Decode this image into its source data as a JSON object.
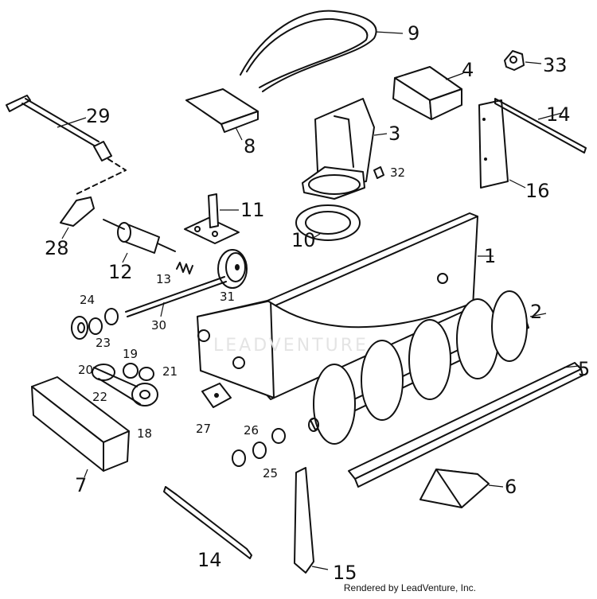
{
  "diagram": {
    "labels": {
      "p1": "1",
      "p2": "2",
      "p3": "3",
      "p4": "4",
      "p5": "5",
      "p6": "6",
      "p7": "7",
      "p8": "8",
      "p9": "9",
      "p10": "10",
      "p11": "11",
      "p12": "12",
      "p13": "13",
      "p14a": "14",
      "p14b": "14",
      "p15": "15",
      "p16": "16",
      "p18": "18",
      "p19": "19",
      "p20": "20",
      "p21": "21",
      "p22": "22",
      "p23": "23",
      "p24": "24",
      "p25": "25",
      "p26": "26",
      "p27": "27",
      "p28": "28",
      "p29": "29",
      "p30": "30",
      "p31": "31",
      "p32": "32",
      "p33": "33"
    },
    "watermark": "LEADVENTURE",
    "credit": "Rendered by LeadVenture, Inc."
  }
}
